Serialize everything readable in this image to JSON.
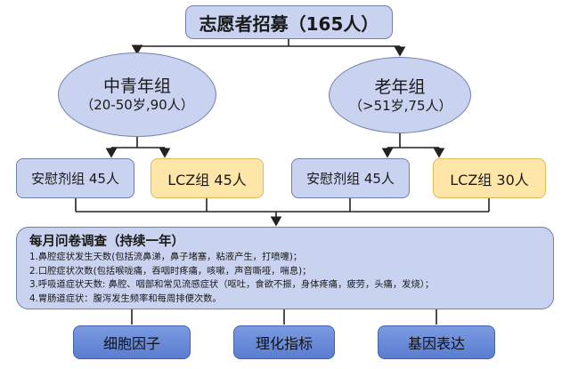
{
  "title": "志愿者招募（165人）",
  "groups": [
    {
      "name": "中青年组",
      "detail": "（20-50岁,90人）"
    },
    {
      "name": "老年组",
      "detail": "（>51岁,75人）"
    }
  ],
  "subgroups": [
    {
      "label": "安慰剂组 45人",
      "color": "#c9d2ee"
    },
    {
      "label": "LCZ组 45人",
      "color": "#fde6a8"
    },
    {
      "label": "安慰剂组 45人",
      "color": "#c9d2ee"
    },
    {
      "label": "LCZ组 30人",
      "color": "#fde6a8"
    }
  ],
  "survey": {
    "title": "每月问卷调查（持续一年）",
    "lines": [
      "1.鼻腔症状发生天数(包括流鼻涕，鼻子堵塞，粘液产生，打喷嚏)；",
      "2.口腔症状次数(包括喉咙痛，吞咽时疼痛，咳嗽，声音嘶哑，喘息)；",
      "3.呼吸道症状天数: 鼻腔、咽部和常见流感症状（呕吐，食欲不振，身体疼痛，疲劳，头痛，发烧）；",
      "4.胃肠道症状：腹泻发生频率和每周排便次数。"
    ]
  },
  "outcomes": [
    "细胞因子",
    "理化指标",
    "基因表达"
  ]
}
